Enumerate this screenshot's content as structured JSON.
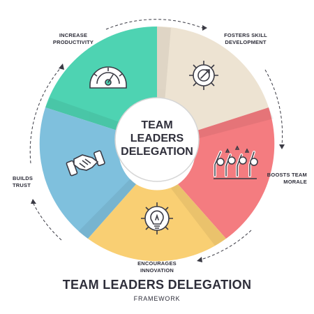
{
  "center": {
    "line1": "TEAM",
    "line2": "LEADERS",
    "line3": "DELEGATION"
  },
  "segments": [
    {
      "line1": "INCREASE",
      "line2": "PRODUCTIVITY",
      "color": "#4ed3b2",
      "icon": "speedometer-icon"
    },
    {
      "line1": "FOSTERS SKILL",
      "line2": "DEVELOPMENT",
      "color": "#ede3d2",
      "icon": "gear-arrow-icon"
    },
    {
      "line1": "BOOSTS TEAM",
      "line2": "MORALE",
      "color": "#f47c80",
      "icon": "team-celebration-icon"
    },
    {
      "line1": "ENCOURAGES",
      "line2": "INNOVATION",
      "color": "#f9cf73",
      "icon": "lightbulb-gear-icon"
    },
    {
      "line1": "BUILDS",
      "line2": "TRUST",
      "color": "#7fc0dd",
      "icon": "handshake-icon"
    }
  ],
  "footer": {
    "title": "TEAM LEADERS DELEGATION",
    "subtitle": "FRAMEWORK"
  }
}
